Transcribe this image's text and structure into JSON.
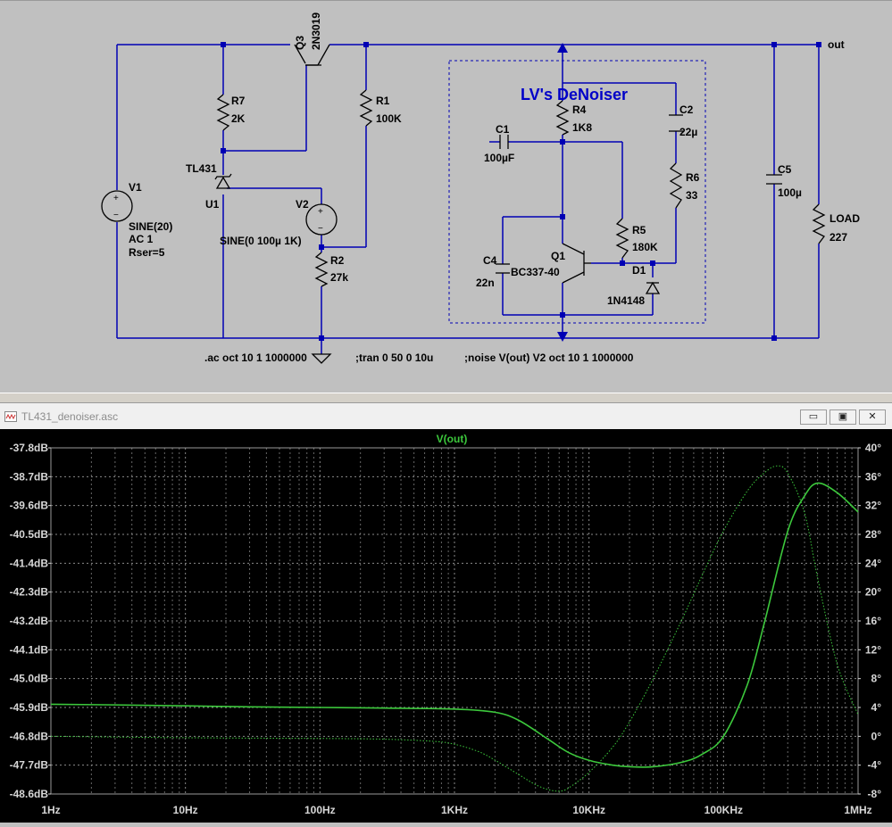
{
  "schematic": {
    "title_text": "LV's DeNoiser",
    "net_label": "out",
    "components": {
      "V1": {
        "name": "V1",
        "value1": "SINE(20)",
        "value2": "AC 1",
        "value3": "Rser=5"
      },
      "Q3": {
        "name": "Q3",
        "value": "2N3019"
      },
      "R7": {
        "name": "R7",
        "value": "2K"
      },
      "U1": {
        "name": "U1",
        "value": "TL431"
      },
      "V2": {
        "name": "V2",
        "value": "SINE(0 100µ 1K)"
      },
      "R1": {
        "name": "R1",
        "value": "100K"
      },
      "R2": {
        "name": "R2",
        "value": "27k"
      },
      "C1": {
        "name": "C1",
        "value": "100µF"
      },
      "R4": {
        "name": "R4",
        "value": "1K8"
      },
      "C2": {
        "name": "C2",
        "value": "22µ"
      },
      "R6": {
        "name": "R6",
        "value": "33"
      },
      "R5": {
        "name": "R5",
        "value": "180K"
      },
      "Q1": {
        "name": "Q1",
        "value": "BC337-40"
      },
      "C4": {
        "name": "C4",
        "value": "22n"
      },
      "D1": {
        "name": "D1",
        "value": "1N4148"
      },
      "C5": {
        "name": "C5",
        "value": "100µ"
      },
      "LOAD": {
        "name": "LOAD",
        "value": "227"
      }
    },
    "directives": {
      "ac": ".ac oct 10 1 1000000",
      "tran": ";tran 0 50 0 10u",
      "noise": ";noise V(out) V2 oct 10 1 1000000"
    }
  },
  "plot_window": {
    "title": "TL431_denoiser.asc",
    "buttons": {
      "minimize": "▭",
      "restore": "▣",
      "close": "✕"
    }
  },
  "colors": {
    "trace": "#3cc83c",
    "grid": "#8a8a8a",
    "wire": "#0000b4",
    "text_blue": "#0000c8"
  },
  "chart_data": {
    "type": "line",
    "title": "V(out)",
    "x_scale": "log",
    "x_ticks": [
      "1Hz",
      "10Hz",
      "100Hz",
      "1KHz",
      "10KHz",
      "100KHz",
      "1MHz"
    ],
    "xlim": [
      1,
      1000000
    ],
    "y_left_ticks": [
      "-37.8dB",
      "-38.7dB",
      "-39.6dB",
      "-40.5dB",
      "-41.4dB",
      "-42.3dB",
      "-43.2dB",
      "-44.1dB",
      "-45.0dB",
      "-45.9dB",
      "-46.8dB",
      "-47.7dB",
      "-48.6dB"
    ],
    "y_left_lim": [
      -48.6,
      -37.8
    ],
    "y_right_ticks": [
      "40°",
      "36°",
      "32°",
      "28°",
      "24°",
      "20°",
      "16°",
      "12°",
      "8°",
      "4°",
      "0°",
      "-4°",
      "-8°"
    ],
    "y_right_lim": [
      -8,
      40
    ],
    "grid": true,
    "series": [
      {
        "style": "solid",
        "axis": "left",
        "x": [
          1,
          3,
          10,
          30,
          100,
          300,
          1000,
          2000,
          3000,
          5000,
          7000,
          10000,
          15000,
          20000,
          30000,
          50000,
          70000,
          100000,
          150000,
          200000,
          300000,
          400000,
          500000,
          700000,
          1000000
        ],
        "y": [
          -45.8,
          -45.82,
          -45.85,
          -45.88,
          -45.9,
          -45.92,
          -45.95,
          -46.05,
          -46.3,
          -46.9,
          -47.3,
          -47.55,
          -47.7,
          -47.75,
          -47.75,
          -47.6,
          -47.35,
          -46.8,
          -45.2,
          -43.3,
          -40.4,
          -39.3,
          -38.9,
          -39.2,
          -39.8
        ]
      },
      {
        "style": "dotted",
        "axis": "right",
        "x": [
          1,
          10,
          100,
          300,
          700,
          1000,
          1500,
          2000,
          3000,
          4000,
          5000,
          6000,
          7000,
          10000,
          15000,
          20000,
          30000,
          50000,
          70000,
          100000,
          150000,
          200000,
          250000,
          300000,
          400000,
          500000,
          700000,
          1000000
        ],
        "y": [
          0,
          -0.2,
          -0.3,
          -0.4,
          -0.7,
          -1.1,
          -2.1,
          -3.3,
          -5.3,
          -6.7,
          -7.4,
          -7.6,
          -7.2,
          -5.0,
          -1.5,
          2.0,
          8.0,
          16.5,
          22.5,
          28.5,
          34.0,
          36.5,
          37.5,
          36.5,
          31.0,
          22.0,
          10.0,
          3.0
        ]
      }
    ]
  }
}
